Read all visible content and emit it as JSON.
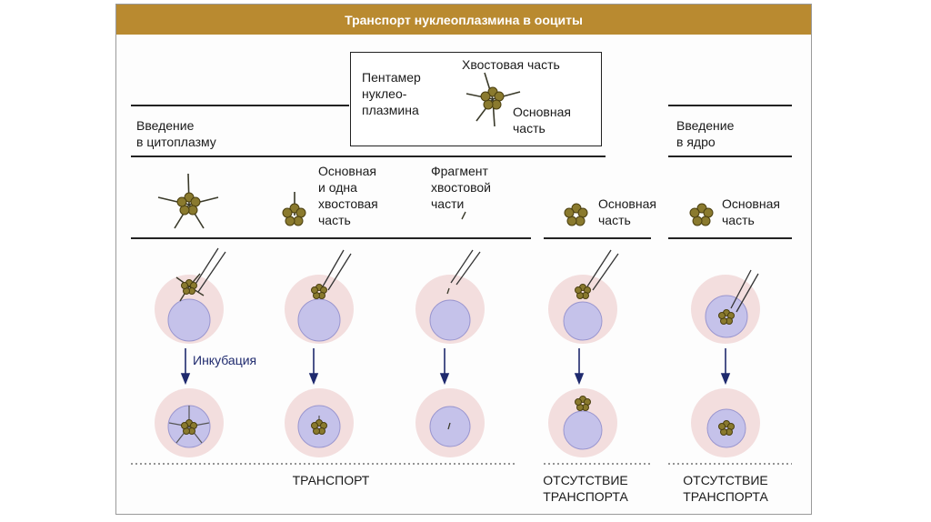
{
  "title": "Транспорт нуклеоплазмина в ооциты",
  "legend": {
    "pentamer_label": "Пентамер\nнуклео-\nплазмина",
    "tail_label": "Хвостовая часть",
    "core_label": "Основная\nчасть"
  },
  "sections": {
    "cytoplasm": "Введение\nв цитоплазму",
    "nucleus": "Введение\nв ядро"
  },
  "columns": [
    {
      "id": "full",
      "caption": ""
    },
    {
      "id": "core-one-tail",
      "caption": "Основная\nи одна\nхвостовая\nчасть"
    },
    {
      "id": "tail-fragment",
      "caption": "Фрагмент\nхвостовой\nчасти"
    },
    {
      "id": "core-cyto",
      "caption": "Основная\nчасть"
    },
    {
      "id": "core-nucleus",
      "caption": "Основная\nчасть"
    }
  ],
  "incubation_label": "Инкубация",
  "results": {
    "transport": "ТРАНСПОРТ",
    "no_transport_1": "ОТСУТСТВИЕ\nТРАНСПОРТА",
    "no_transport_2": "ОТСУТСТВИЕ\nТРАНСПОРТА"
  },
  "colors": {
    "header": "#b98a30",
    "cell": "#f3dede",
    "nucleus": "#c5c2ea",
    "core": "#8a7a2e",
    "arrow": "#1f2a6e"
  }
}
